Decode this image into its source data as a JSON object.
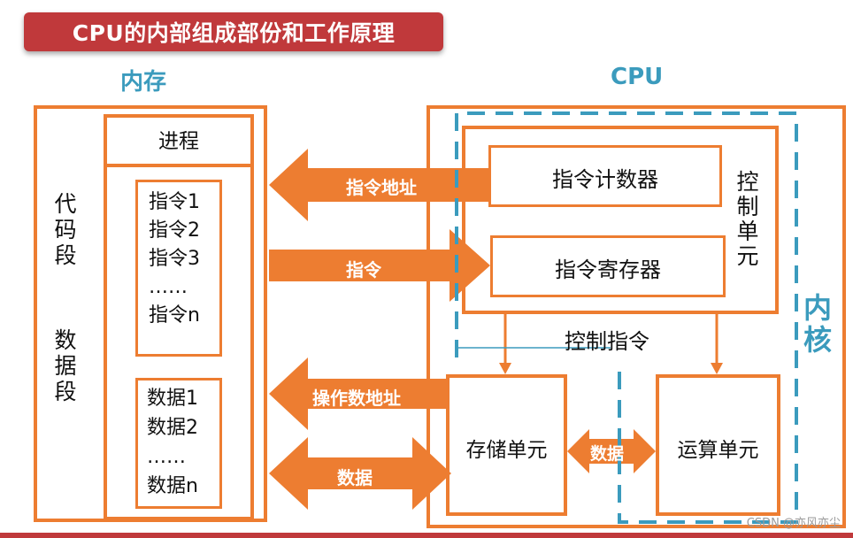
{
  "title": "CPU的内部组成部份和工作原理",
  "memory": {
    "label": "内存",
    "process": "进程",
    "code_segment": [
      "代",
      "码",
      "段"
    ],
    "data_segment": [
      "数",
      "据",
      "段"
    ],
    "instructions": [
      "指令1",
      "指令2",
      "指令3",
      "……",
      "指令n"
    ],
    "data_items": [
      "数据1",
      "数据2",
      "……",
      "数据n"
    ]
  },
  "cpu": {
    "label": "CPU",
    "core": [
      "内",
      "核"
    ],
    "control_unit": [
      "控",
      "制",
      "单",
      "元"
    ],
    "program_counter": "指令计数器",
    "instruction_register": "指令寄存器",
    "control_instruction": "控制指令",
    "storage_unit": "存储单元",
    "alu": "运算单元"
  },
  "arrows": {
    "instruction_address": "指令地址",
    "instruction": "指令",
    "operand_address": "操作数地址",
    "data": "数据",
    "internal_data": "数据"
  },
  "watermark": "CSDN @亦风亦尘",
  "colors": {
    "orange": "#ed7d31",
    "banner_red": "#c0393b",
    "teal": "#3b9bbd"
  }
}
